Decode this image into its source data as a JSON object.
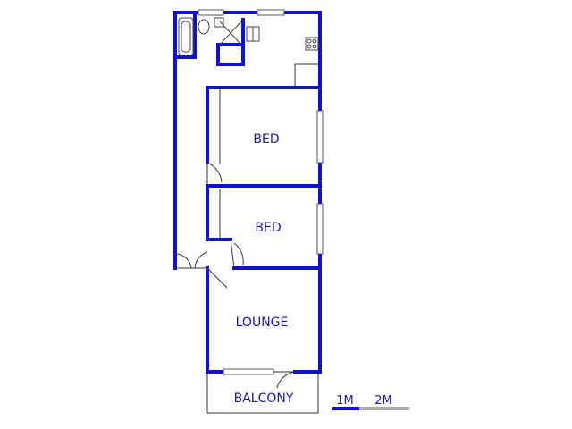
{
  "rooms": {
    "bed1": "BED",
    "bed2": "BED",
    "lounge": "LOUNGE",
    "balcony": "BALCONY"
  },
  "scale": {
    "label_1": "1M",
    "label_2": "2M"
  },
  "colors": {
    "wall": "#1010d0",
    "text": "#1a1aa6",
    "fixture": "#444444",
    "scale_bar": "#1010d0",
    "scale_bar_alt": "#aaaaaa"
  }
}
